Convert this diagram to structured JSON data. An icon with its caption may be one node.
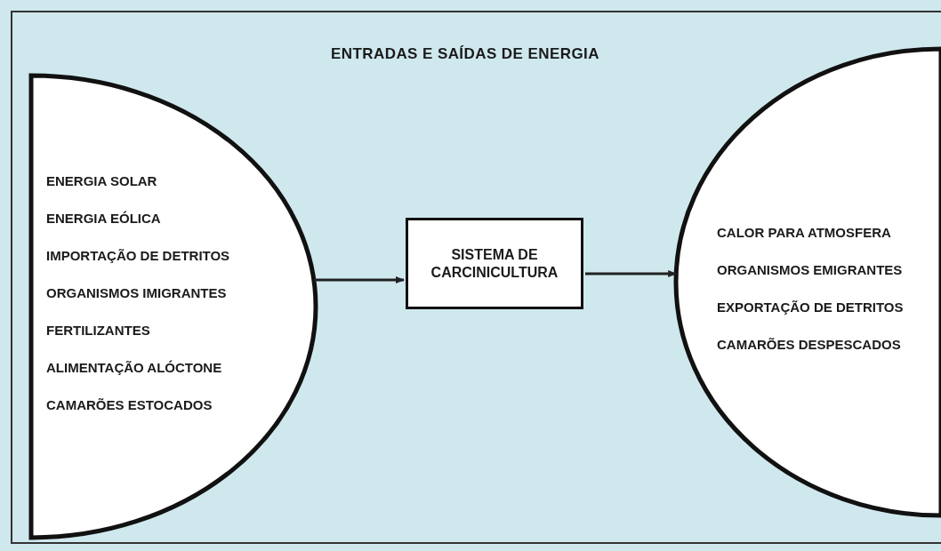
{
  "diagram": {
    "title": "ENTRADAS E SAÍDAS DE ENERGIA",
    "nodes": [
      {
        "text": [
          "ENERGIA SOLAR",
          "ENERGIA EÓLICA",
          "IMPORTAÇÃO DE DETRITOS",
          "ORGANISMOS IMIGRANTES",
          "FERTILIZANTES",
          "ALIMENTAÇÃO ALÓCTONE",
          "CAMARÕES ESTOCADOS"
        ]
      },
      {
        "text": [
          "SISTEMA DE CARCINICULTURA"
        ]
      },
      {
        "text": [
          "CALOR PARA ATMOSFERA",
          "ORGANISMOS EMIGRANTES",
          "EXPORTAÇÃO DE DETRITOS",
          "CAMARÕES DESPESCADOS"
        ]
      }
    ],
    "edges": [
      {
        "from": 0,
        "to": 1,
        "arrow": "to"
      },
      {
        "from": 1,
        "to": 2,
        "arrow": "to"
      }
    ]
  }
}
